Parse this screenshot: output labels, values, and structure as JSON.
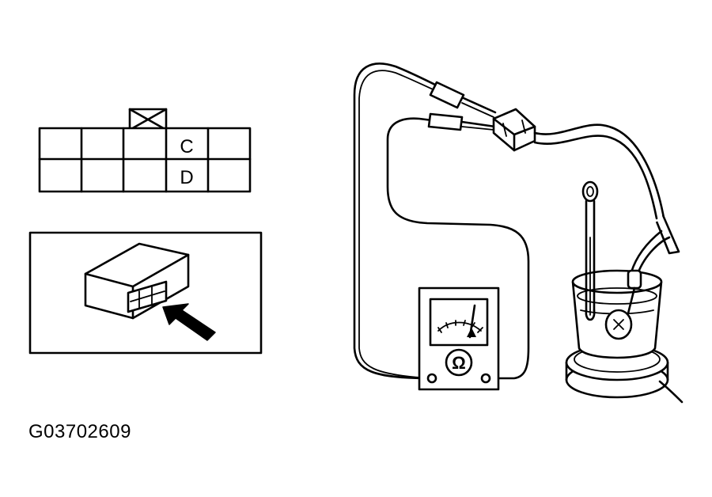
{
  "connector": {
    "pin_c": "C",
    "pin_d": "D"
  },
  "meter": {
    "symbol": "Ω"
  },
  "figure_ref": "G03702609",
  "icons": [
    "connector-front-icon",
    "ecu-box-icon",
    "arrow-icon",
    "ohmmeter-icon",
    "sensor-in-water-icon",
    "thermometer-icon"
  ]
}
